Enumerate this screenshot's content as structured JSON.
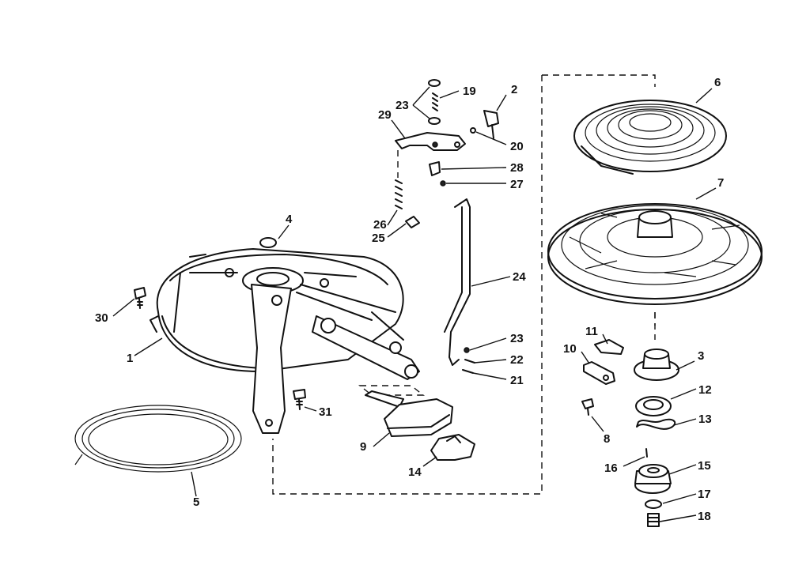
{
  "callouts": {
    "c1": "1",
    "c2": "2",
    "c3": "3",
    "c4": "4",
    "c5": "5",
    "c6": "6",
    "c7": "7",
    "c8": "8",
    "c9": "9",
    "c10": "10",
    "c11": "11",
    "c12": "12",
    "c13": "13",
    "c14": "14",
    "c15": "15",
    "c16": "16",
    "c17": "17",
    "c18": "18",
    "c19": "19",
    "c20": "20",
    "c21": "21",
    "c22": "22",
    "c23a": "23",
    "c23b": "23",
    "c24": "24",
    "c25": "25",
    "c26": "26",
    "c27": "27",
    "c28": "28",
    "c29": "29",
    "c30": "30",
    "c31": "31"
  }
}
